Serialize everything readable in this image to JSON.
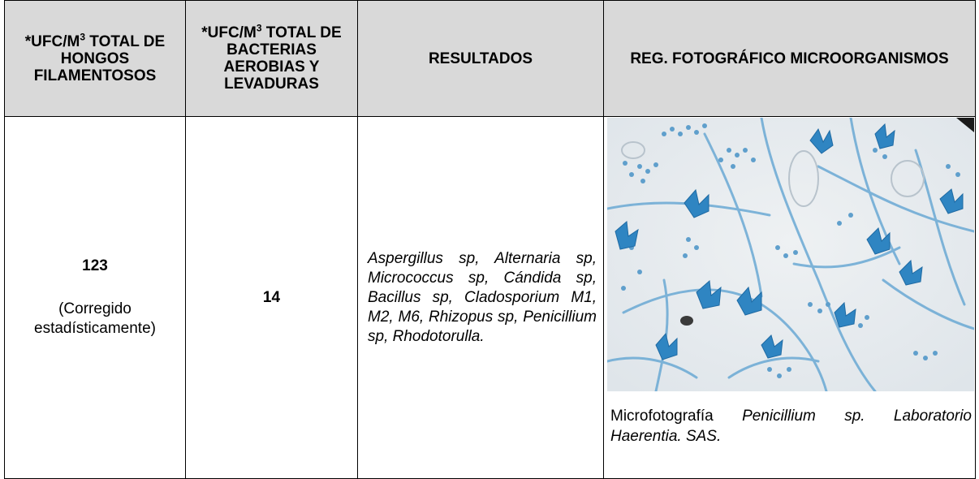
{
  "headers": {
    "col1_pre": "*UFC/M",
    "col1_sup": "3",
    "col1_post": " TOTAL DE HONGOS FILAMENTOSOS",
    "col2_pre": "*UFC/M",
    "col2_sup": "3",
    "col2_post": " TOTAL DE BACTERIAS AEROBIAS Y LEVADURAS",
    "col3": "RESULTADOS",
    "col4": "REG. FOTOGRÁFICO MICROORGANISMOS"
  },
  "row": {
    "fungi_count": "123",
    "fungi_note": "(Corregido estadísticamente)",
    "bacteria_count": "14",
    "results": "Aspergillus sp, Alternaria sp, Micrococcus sp, Cándida sp, Bacillus sp, Cladosporium M1, M2, M6, Rhizopus sp, Penicillium sp, Rhodotorulla.",
    "caption_plain": "Microfotografía ",
    "caption_italic": "Penicillium sp. Laboratorio Haerentia. SAS."
  },
  "colors": {
    "header_bg": "#d9d9d9",
    "photo_bg": "#e7ebee",
    "stain_blue": "#3f95c9"
  }
}
